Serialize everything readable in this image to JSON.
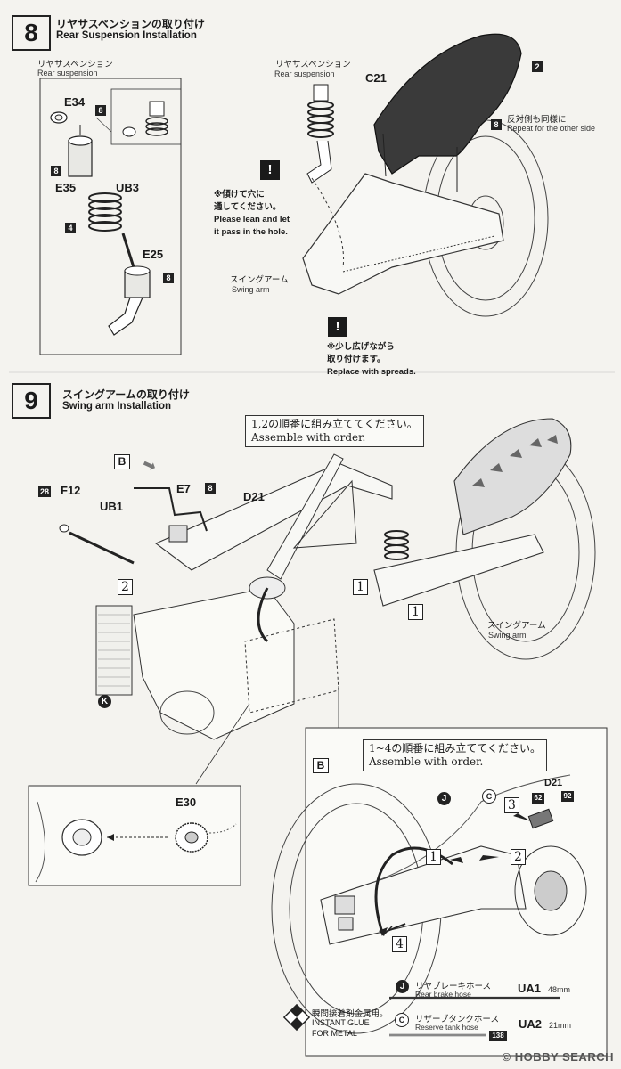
{
  "step8": {
    "number": "8",
    "title_jp": "リヤサスペンションの取り付け",
    "title_en": "Rear Suspension Installation",
    "inset_label_jp": "リヤサスペンション",
    "inset_label_en": "Rear suspension",
    "parts": {
      "e34": "E34",
      "e35": "E35",
      "ub3": "UB3",
      "e25": "E25",
      "c21": "C21"
    },
    "tags": {
      "t8": "8",
      "t4": "4",
      "t2": "2"
    },
    "main_label_jp": "リヤサスペンション",
    "main_label_en": "Rear suspension",
    "repeat_jp": "反対側も同様に",
    "repeat_en": "Repeat for the other side",
    "lean_jp_1": "※傾けて穴に",
    "lean_jp_2": "通してください。",
    "lean_en_1": "Please lean and let",
    "lean_en_2": "it pass in the hole.",
    "swing_jp": "スイングアーム",
    "swing_en": "Swing arm",
    "spread_jp_1": "※少し広げながら",
    "spread_jp_2": "取り付けます。",
    "spread_en": "Replace with spreads."
  },
  "step9": {
    "number": "9",
    "title_jp": "スイングアームの取り付け",
    "title_en": "Swing arm Installation",
    "order_jp": "1,2の順番に組み立ててください。",
    "order_en": "Assemble with order.",
    "b_label": "B",
    "parts": {
      "f12": "F12",
      "ub1": "UB1",
      "e7": "E7",
      "d21": "D21",
      "e30": "E30"
    },
    "tags": {
      "t28": "28",
      "t8": "8"
    },
    "nums": {
      "n1": "1",
      "n2": "2",
      "n3": "3",
      "n4": "4"
    },
    "k_label": "K",
    "swing_jp": "スイングアーム",
    "swing_en": "Swing arm",
    "inset_b_order_jp": "1~4の順番に組み立ててください。",
    "inset_b_order_en": "Assemble with order.",
    "j_label": "J",
    "c_label": "C",
    "d21_small": "D21",
    "tag62": "62",
    "tag92": "92"
  },
  "legend": {
    "j": "J",
    "c": "C",
    "rear_brake_jp": "リヤブレーキホース",
    "rear_brake_en": "Rear brake hose",
    "ua1": "UA1",
    "ua1_len": "48mm",
    "reserve_jp": "リザーブタンクホース",
    "reserve_en": "Reserve tank hose",
    "ua2": "UA2",
    "ua2_len": "21mm",
    "tag138": "138"
  },
  "glue": {
    "jp": "瞬間接着剤金属用。",
    "en1": "INSTANT GLUE",
    "en2": "FOR METAL"
  },
  "watermark": "© HOBBY SEARCH"
}
